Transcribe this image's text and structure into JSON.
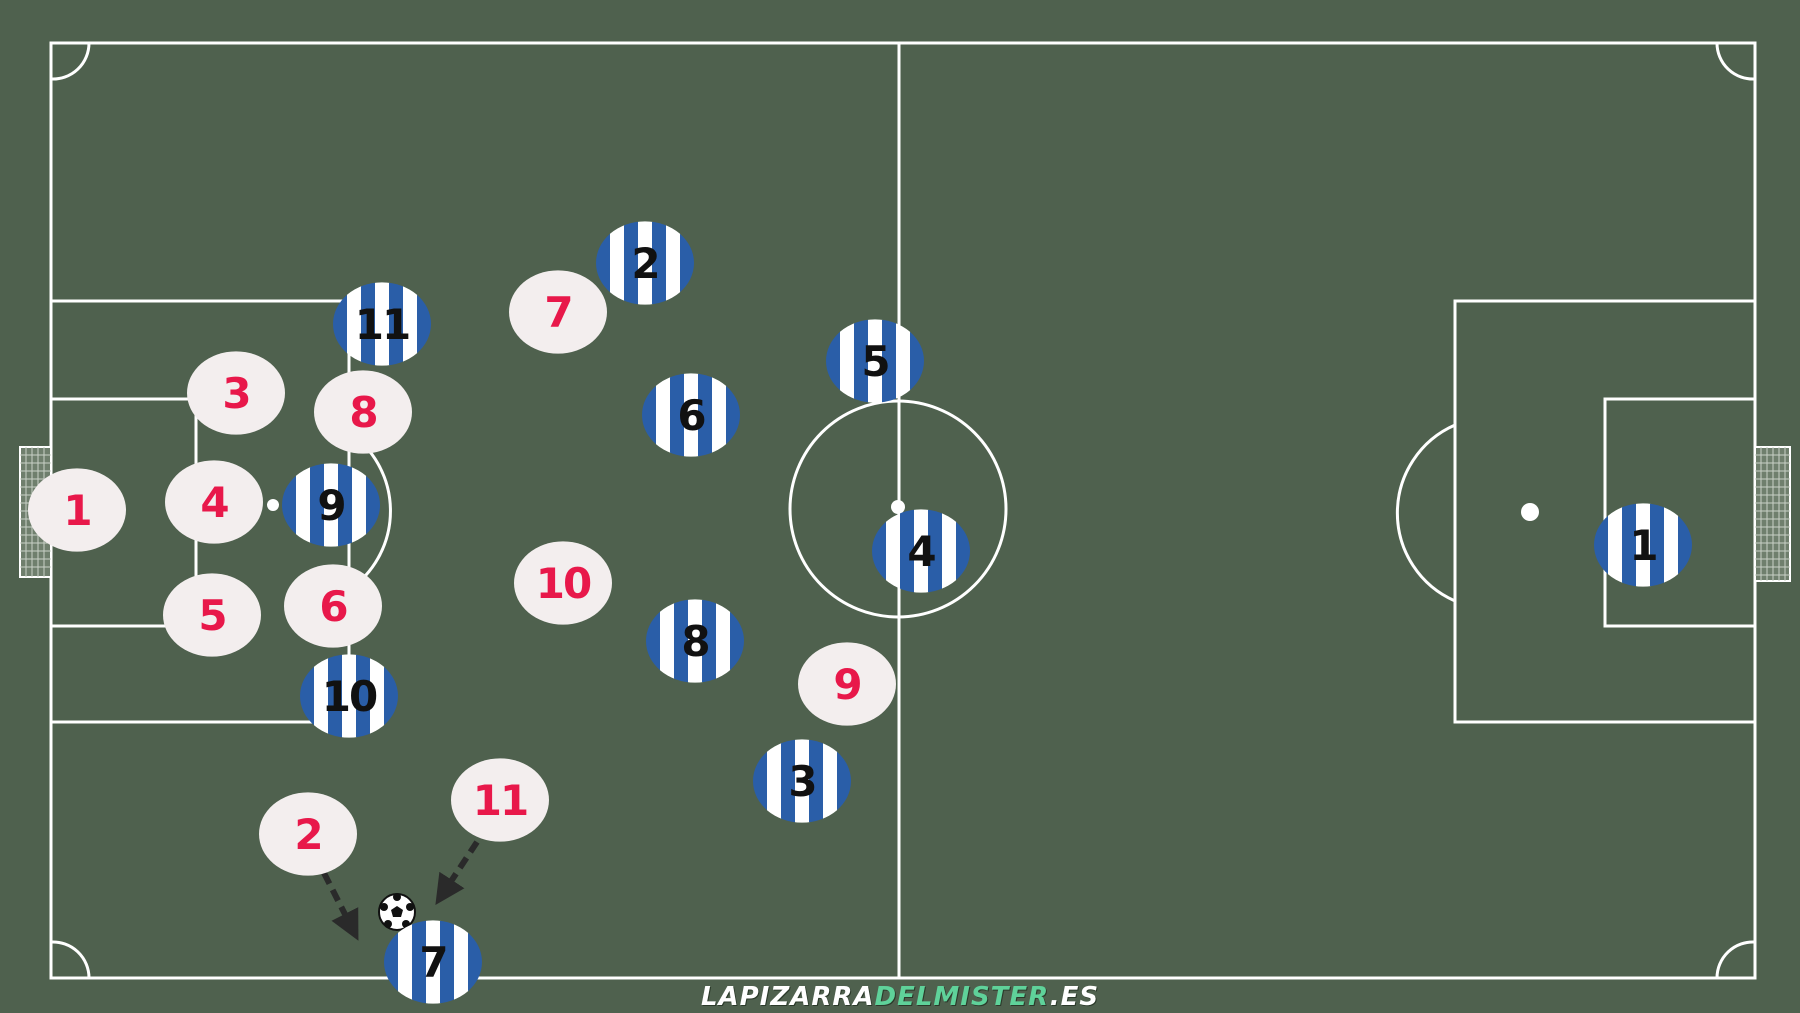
{
  "colors": {
    "pitch": "#4f614e",
    "lines": "#ffffff",
    "home_fill": "#f3eeee",
    "home_number": "#e8184a",
    "away_stripe_blue": "#2a5ea8",
    "away_stripe_white": "#ffffff",
    "away_number": "#111111",
    "arrow": "#2a2a2a",
    "brand_accent": "#5fd29a"
  },
  "teams": {
    "home": {
      "style": "solid-light-disc",
      "numbers": [
        "1",
        "2",
        "3",
        "4",
        "5",
        "6",
        "7",
        "8",
        "9",
        "10",
        "11"
      ]
    },
    "away": {
      "style": "blue-white-vertical-stripes",
      "numbers": [
        "1",
        "2",
        "3",
        "4",
        "5",
        "6",
        "7",
        "8",
        "9",
        "10",
        "11"
      ]
    }
  },
  "ball": {
    "icon": "soccer-ball-icon"
  },
  "movement_arrows": [
    {
      "from_player": "home-2",
      "toward": "ball",
      "style": "dashed"
    },
    {
      "from_player": "home-11",
      "toward": "ball",
      "style": "dashed"
    }
  ],
  "brand": {
    "part1": "LAPIZARRA",
    "part2": "DELMISTER",
    "part3": ".ES"
  }
}
